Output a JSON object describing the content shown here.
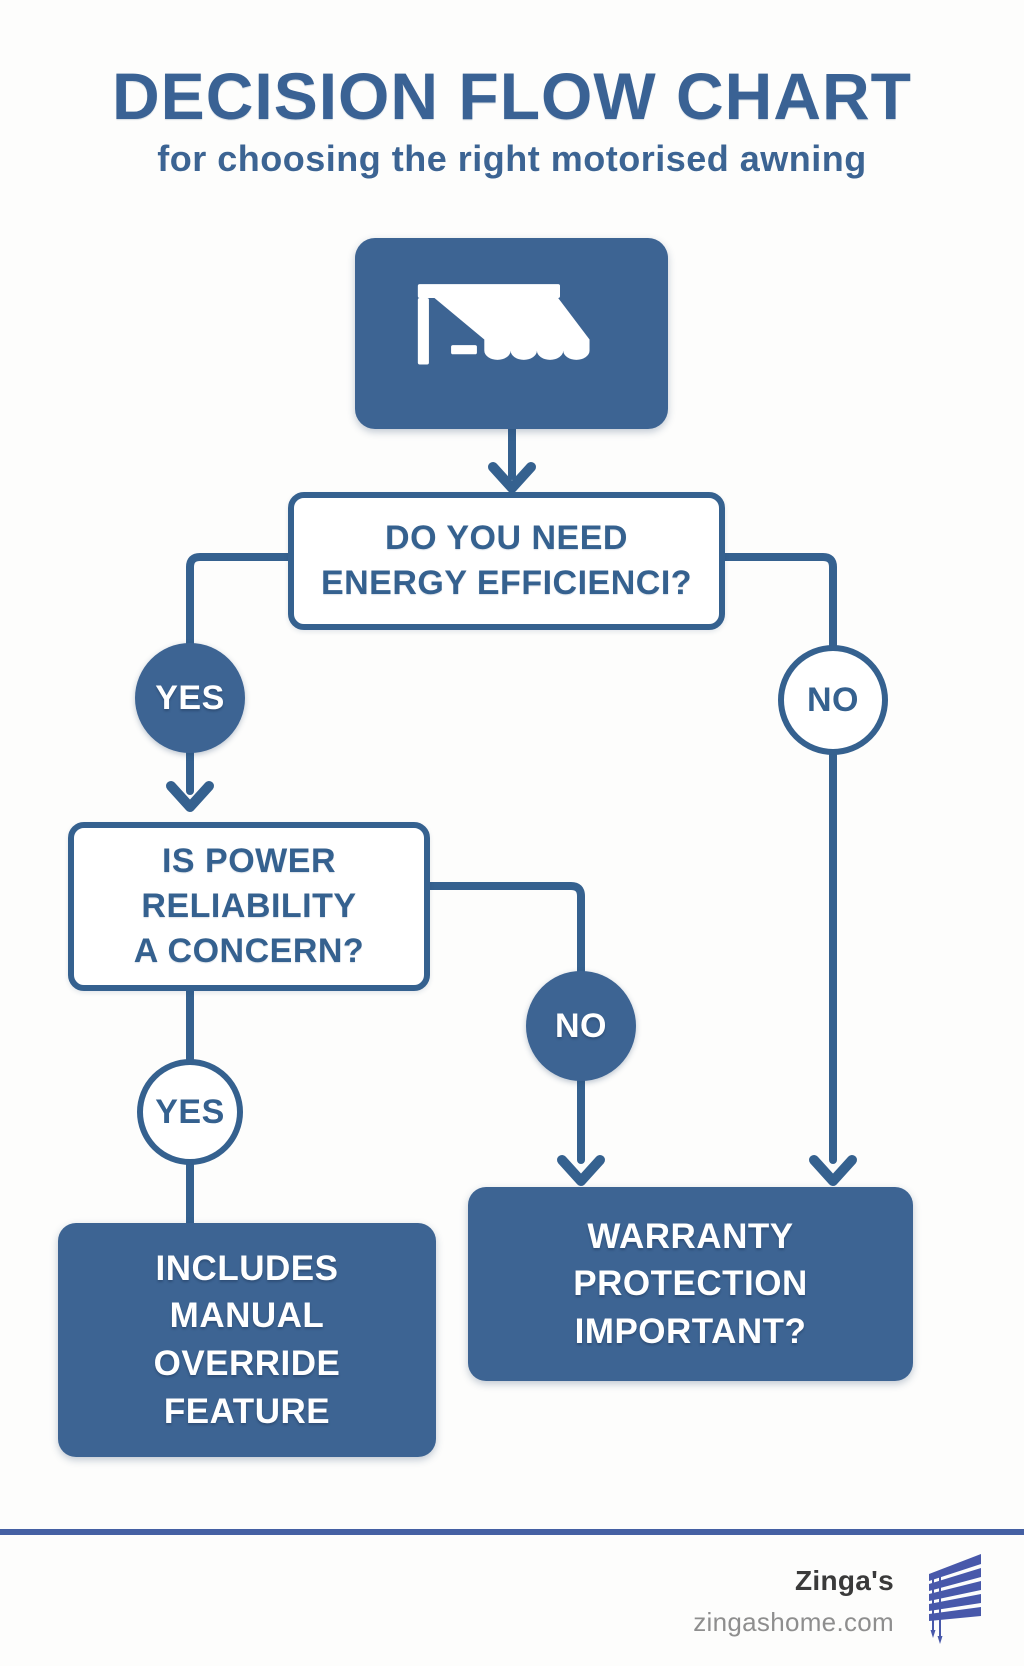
{
  "page": {
    "title": "DECISION FLOW CHART",
    "subtitle": "for choosing the right motorised awning"
  },
  "flow": {
    "start_icon": "awning-icon",
    "q1": {
      "label": "DO YOU NEED\nENERGY EFFICIENCI?",
      "yes": "YES",
      "no": "NO"
    },
    "q2": {
      "label": "IS POWER\nRELIABILITY\nA CONCERN?",
      "yes": "YES",
      "no": "NO"
    },
    "results": {
      "left": "INCLUDES\nMANUAL\nOVERRIDE\nFEATURE",
      "right": "WARRANTY\nPROTECTION\nIMPORTANT?"
    }
  },
  "footer": {
    "brand": "Zinga's",
    "website": "zingashome.com",
    "logo_icon": "zingas-blinds-logo"
  },
  "colors": {
    "node_fill": "#3d6493",
    "line_stroke": "#35618f",
    "title_text": "#3a6294",
    "footer_rule": "#4560a3",
    "logo_blue": "#4858aa",
    "brand_text": "#3a3a3a",
    "website_text": "#8e8e8e",
    "background": "#fdfdfc"
  }
}
